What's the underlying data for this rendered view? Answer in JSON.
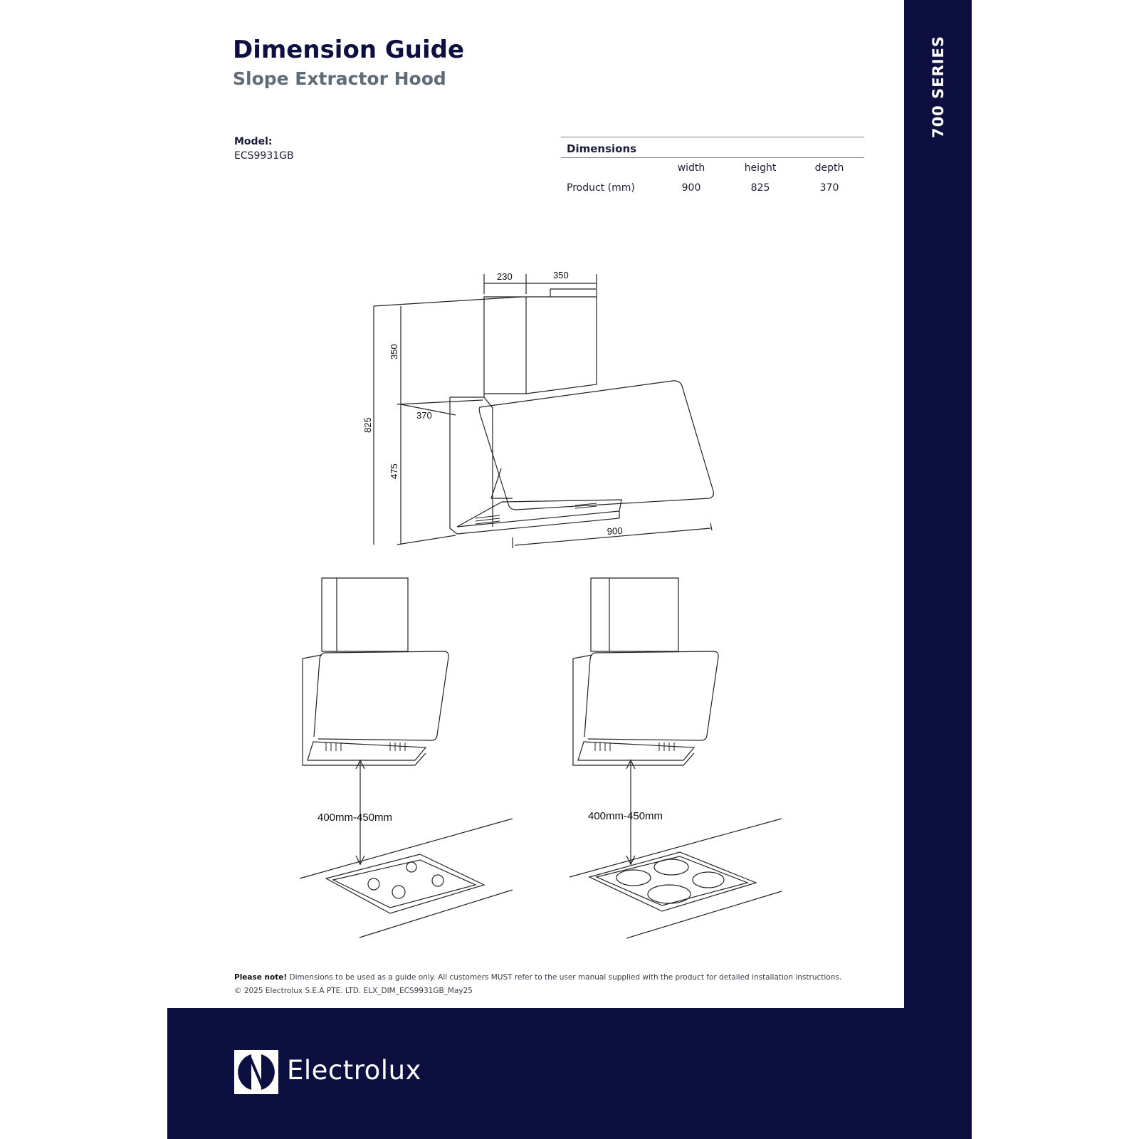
{
  "side_label": "700 SERIES",
  "header": {
    "title": "Dimension Guide",
    "subtitle": "Slope Extractor Hood"
  },
  "model": {
    "label": "Model:",
    "value": "ECS9931GB"
  },
  "dimensions_table": {
    "heading": "Dimensions",
    "columns": [
      "width",
      "height",
      "depth"
    ],
    "row_label": "Product (mm)",
    "values": [
      "900",
      "825",
      "370"
    ]
  },
  "drawing": {
    "chimney_width": "230",
    "chimney_depth": "350",
    "chimney_height": "350",
    "overall_height": "825",
    "body_height": "475",
    "hood_depth": "370",
    "hood_width": "900",
    "install_gap_gas": "400mm-450mm",
    "install_gap_induction": "400mm-450mm"
  },
  "footer": {
    "note_bold": "Please note!",
    "note_text": " Dimensions to be used as a guide only. All customers MUST refer to the user manual supplied with the product for detailed installation instructions.",
    "copyright": "© 2025 Electrolux S.E.A PTE. LTD. ELX_DIM_ECS9931GB_May25"
  },
  "brand": {
    "name": "Electrolux"
  },
  "colors": {
    "navy": "#0c0f3f",
    "subtitle_grey": "#5f6c78",
    "white": "#ffffff"
  }
}
